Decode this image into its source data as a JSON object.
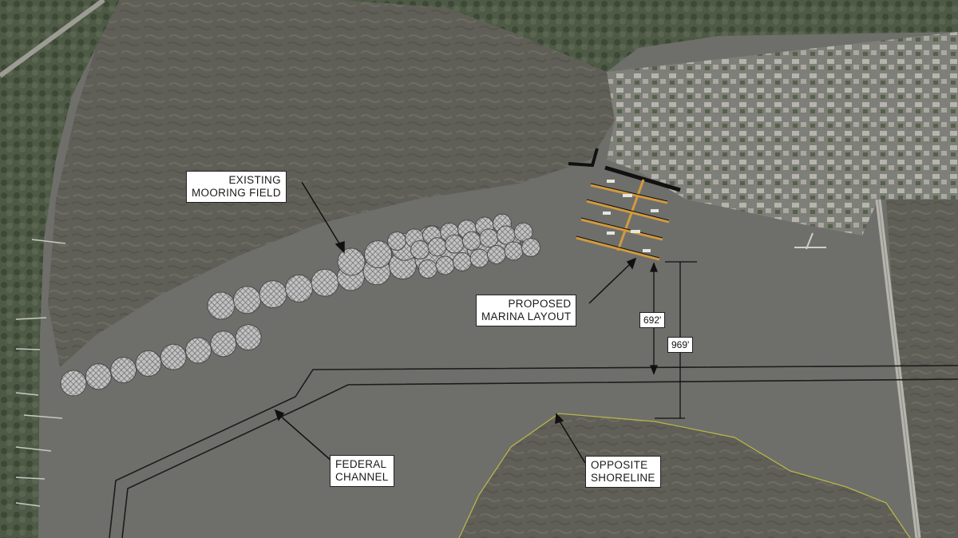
{
  "labels": {
    "mooring": {
      "line1": "EXISTING",
      "line2": "MOORING FIELD"
    },
    "marina": {
      "line1": "PROPOSED",
      "line2": "MARINA LAYOUT"
    },
    "channel": {
      "line1": "FEDERAL",
      "line2": "CHANNEL"
    },
    "shoreline": {
      "line1": "OPPOSITE",
      "line2": "SHORELINE"
    }
  },
  "dimensions": {
    "to_channel": "692'",
    "to_shoreline": "969'"
  },
  "colors": {
    "water": "#6f706b",
    "marsh": "#5f5e55",
    "town": "#8a8a82",
    "trees": "#4b5840",
    "mooring_fill": "#b9b9b9",
    "dock": "#d39a3e",
    "shoreline_line": "#b8b54a",
    "channel_line": "#1c1c1c"
  }
}
